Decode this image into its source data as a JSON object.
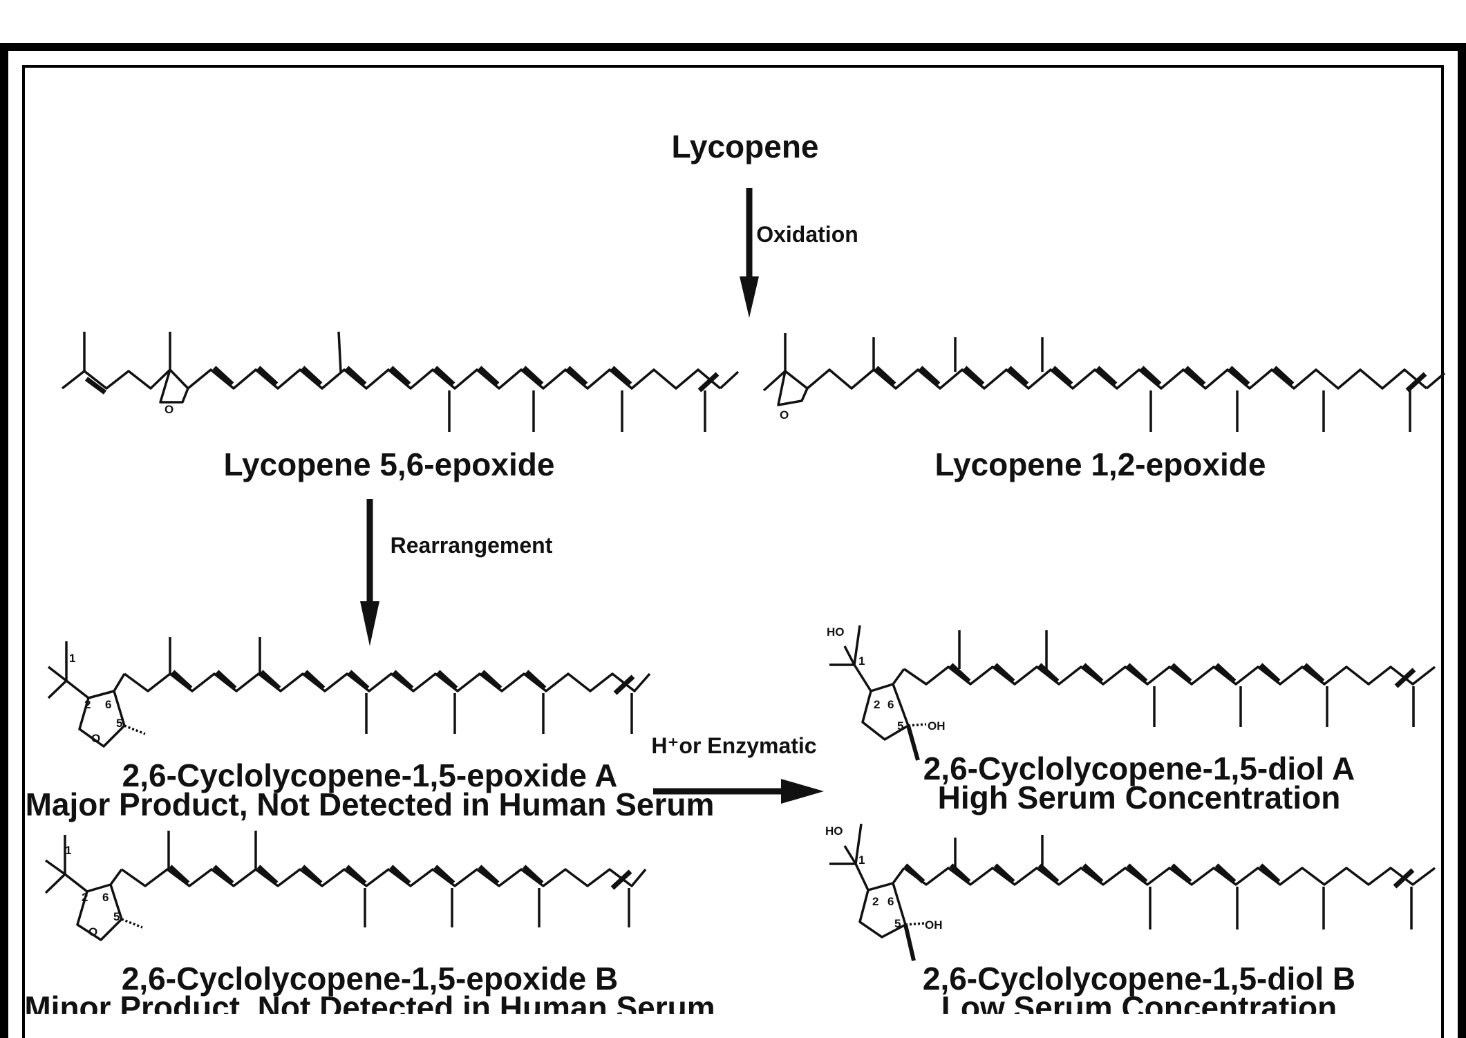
{
  "scheme": {
    "start": "Lycopene",
    "step_oxidation": "Oxidation",
    "step_rearrangement": "Rearrangement",
    "step_acid_enzymatic": "H⁺or Enzymatic"
  },
  "compounds": {
    "epoxide_56": {
      "name": "Lycopene 5,6-epoxide"
    },
    "epoxide_12": {
      "name": "Lycopene 1,2-epoxide"
    },
    "cyclo_epoxide_a": {
      "name": "2,6-Cyclolycopene-1,5-epoxide A",
      "note": "Major Product, Not Detected in Human Serum"
    },
    "cyclo_epoxide_b": {
      "name": "2,6-Cyclolycopene-1,5-epoxide B",
      "note": "Minor Product, Not Detected in Human Serum"
    },
    "cyclo_diol_a": {
      "name": "2,6-Cyclolycopene-1,5-diol A",
      "note": "High Serum Concentration"
    },
    "cyclo_diol_b": {
      "name": "2,6-Cyclolycopene-1,5-diol B",
      "note": "Low Serum Concentration"
    }
  },
  "atom_labels": {
    "o": "O",
    "ho": "HO",
    "oh": "OH",
    "n1": "1",
    "n2": "2",
    "n5": "5",
    "n6": "6"
  }
}
